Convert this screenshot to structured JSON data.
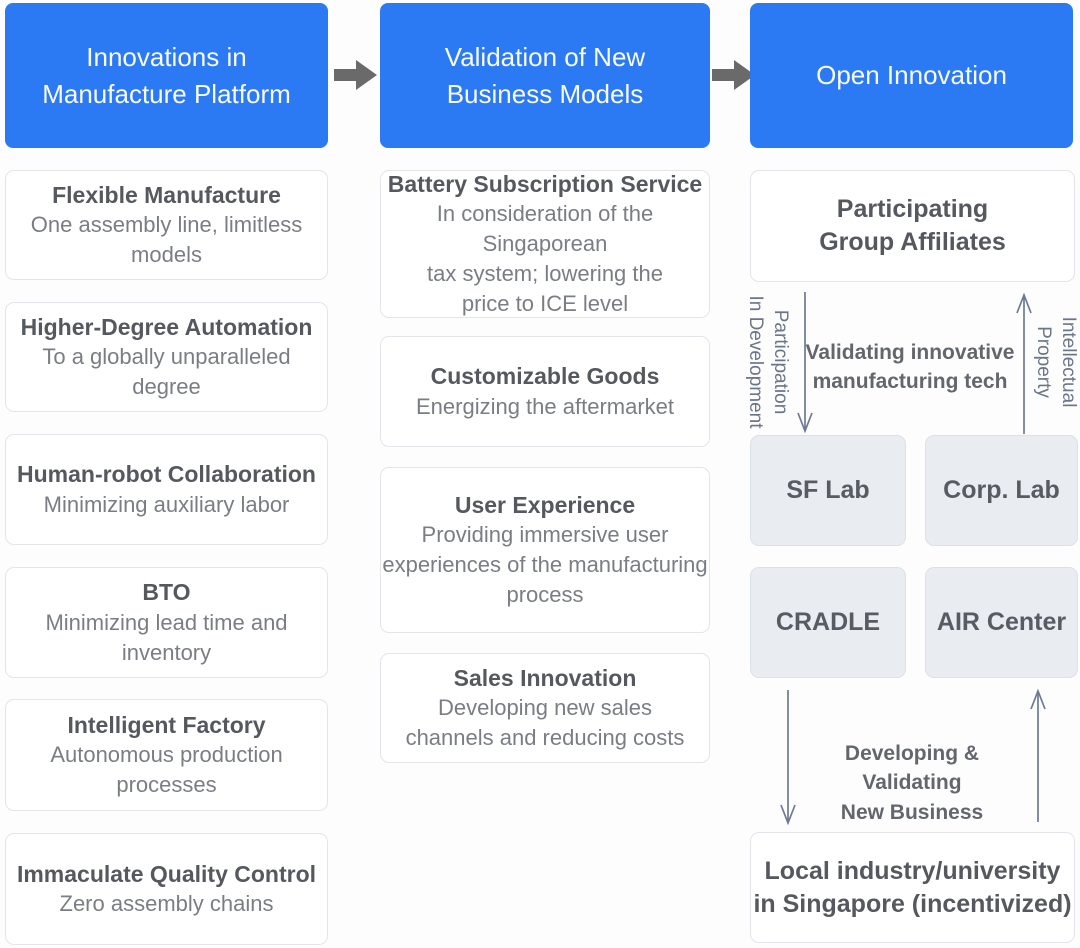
{
  "palette": {
    "header_blue": "#2b7af3",
    "flow_arrow_gray": "#6a6a6a",
    "thin_arrow_slate": "#6d7a92",
    "lab_box_fill": "#e9edf2",
    "title_text": "#55595f",
    "body_text": "#7a7e84"
  },
  "headers": {
    "h1": "Innovations in\nManufacture Platform",
    "h2": "Validation of New\nBusiness Models",
    "h3": "Open Innovation"
  },
  "manufacture_items": [
    {
      "title": "Flexible Manufacture",
      "desc": "One assembly line, limitless models"
    },
    {
      "title": "Higher-Degree Automation",
      "desc": "To a globally unparalleled degree"
    },
    {
      "title": "Human-robot Collaboration",
      "desc": "Minimizing auxiliary labor"
    },
    {
      "title": "BTO",
      "desc": "Minimizing lead time and inventory"
    },
    {
      "title": "Intelligent Factory",
      "desc": "Autonomous production processes"
    },
    {
      "title": "Immaculate Quality Control",
      "desc": "Zero assembly chains"
    }
  ],
  "business_items": [
    {
      "title": "Battery Subscription Service",
      "desc": "In consideration of the Singaporean\ntax system; lowering the\nprice to ICE level"
    },
    {
      "title": "Customizable Goods",
      "desc": "Energizing the aftermarket"
    },
    {
      "title": "User Experience",
      "desc": "Providing immersive user\nexperiences of the manufacturing\nprocess"
    },
    {
      "title": "Sales Innovation",
      "desc": "Developing new sales\nchannels and reducing costs"
    }
  ],
  "open_innovation": {
    "participating": "Participating\nGroup Affiliates",
    "left_side_label": "Participation\nIn Development",
    "right_side_label": "Intellectual\nProperty",
    "mid_label": "Validating innovative\nmanufacturing tech",
    "labs": [
      "SF Lab",
      "Corp. Lab",
      "CRADLE",
      "AIR Center"
    ],
    "bottom_label": "Developing & Validating\nNew Business",
    "bottom_box": "Local industry/university\nin Singapore (incentivized)"
  }
}
